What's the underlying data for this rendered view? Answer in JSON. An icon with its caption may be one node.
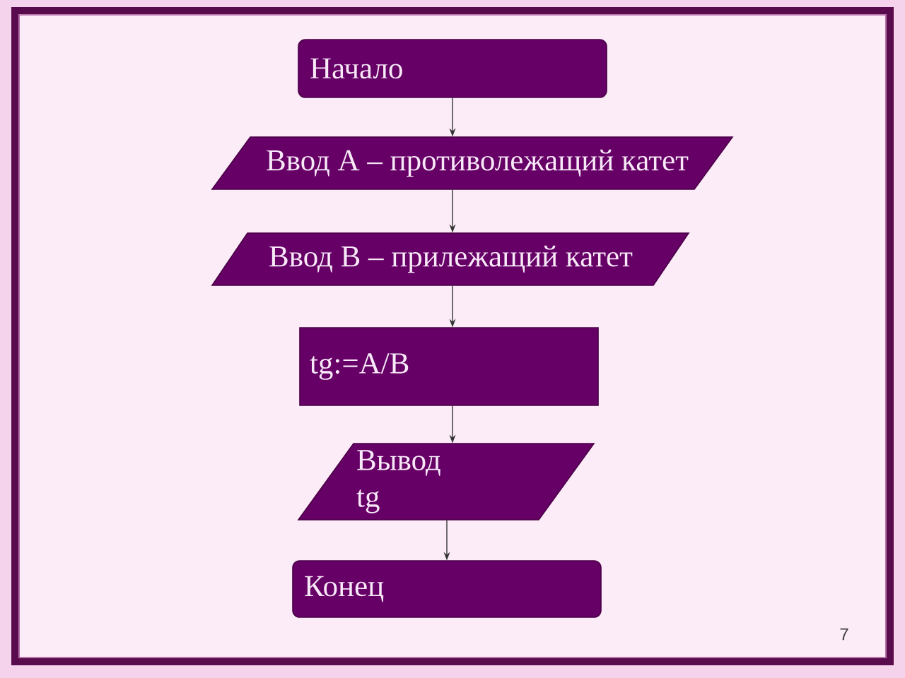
{
  "diagram": {
    "nodes": [
      {
        "text": [
          "Начало"
        ]
      },
      {
        "text": [
          "Ввод А – противолежащий катет"
        ]
      },
      {
        "text": [
          "Ввод В – прилежащий катет"
        ]
      },
      {
        "text": [
          "tg:=A/B"
        ]
      },
      {
        "text": [
          "Вывод tg"
        ]
      },
      {
        "text": [
          "Конец"
        ]
      }
    ],
    "edges": [
      {
        "from": 0,
        "to": 1,
        "arrow": "to"
      },
      {
        "from": 1,
        "to": 2,
        "arrow": "to"
      },
      {
        "from": 2,
        "to": 3,
        "arrow": "to"
      },
      {
        "from": 3,
        "to": 4,
        "arrow": "to"
      },
      {
        "from": 4,
        "to": 5,
        "arrow": "to"
      }
    ],
    "labels": [
      "7"
    ]
  }
}
